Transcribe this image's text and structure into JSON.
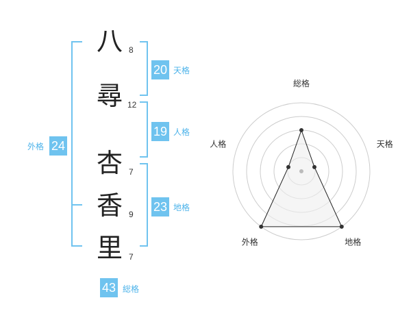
{
  "name_chars": [
    {
      "char": "八",
      "strokes": "8"
    },
    {
      "char": "尋",
      "strokes": "12"
    },
    {
      "char": "杏",
      "strokes": "7"
    },
    {
      "char": "香",
      "strokes": "9"
    },
    {
      "char": "里",
      "strokes": "7"
    }
  ],
  "fortunes": {
    "tenkaku": {
      "value": "20",
      "label": "天格"
    },
    "jinkaku": {
      "value": "19",
      "label": "人格"
    },
    "chikaku": {
      "value": "23",
      "label": "地格"
    },
    "gaikaku": {
      "value": "24",
      "label": "外格"
    },
    "soukaku": {
      "value": "43",
      "label": "総格"
    }
  },
  "colors": {
    "accent": "#6fc3ef",
    "accent_text": "#4db3ea"
  },
  "chart_data": {
    "type": "radar",
    "axes": [
      "総格",
      "天格",
      "地格",
      "外格",
      "人格"
    ],
    "values": [
      3,
      1,
      5,
      5,
      1
    ],
    "max": 5,
    "rings": 5,
    "fill": "#eeeeee",
    "line_color": "#222222"
  }
}
